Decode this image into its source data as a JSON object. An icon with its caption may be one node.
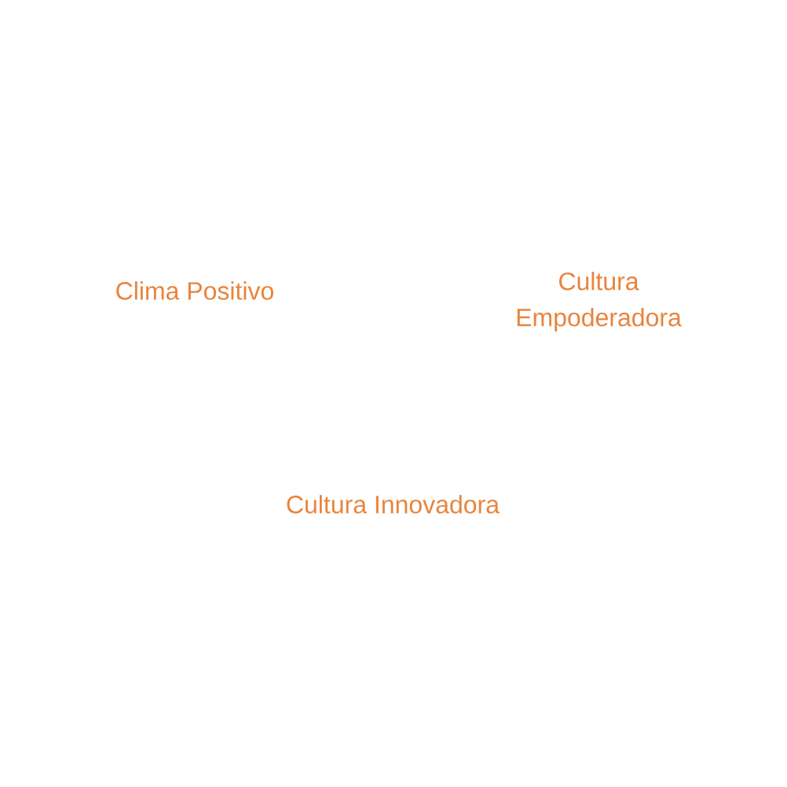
{
  "diagram": {
    "labels": [
      "Clima Positivo",
      "Cultura Empoderadora",
      "Cultura Innovadora"
    ]
  }
}
